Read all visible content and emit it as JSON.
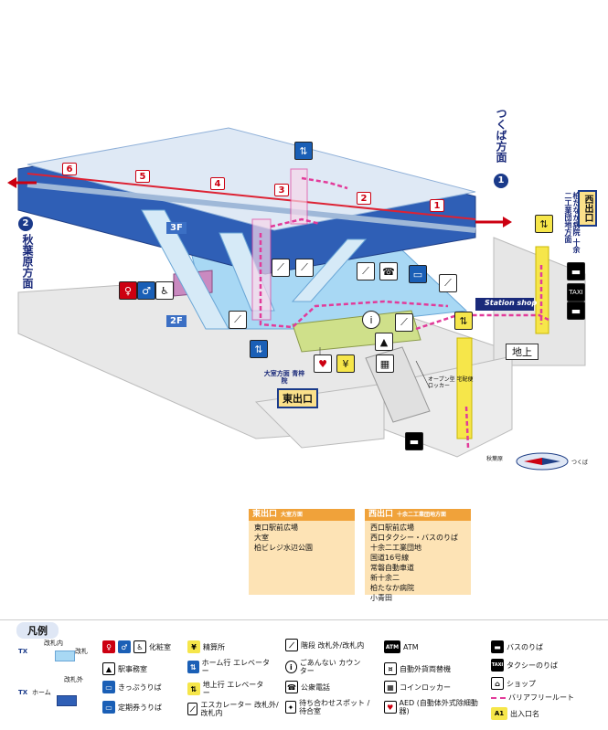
{
  "directions": {
    "tsukuba": "つくば方面",
    "tsukuba_num": "1",
    "akihabara": "秋葉原方面",
    "akihabara_num": "2",
    "kashiwa": "柏たなか病院 十余二工業団地方面",
    "oomuro": "大室方面 青梓院"
  },
  "platform_numbers": [
    "6",
    "5",
    "4",
    "3",
    "2",
    "1"
  ],
  "floors": {
    "f3": "3F",
    "f2": "2F"
  },
  "labels": {
    "west_exit": "西出口",
    "east_exit": "東出口",
    "ground": "地上",
    "shop": "Station shop",
    "locker": "オープン型 宅配便ロッカー"
  },
  "compass": {
    "akihabara": "秋葉原",
    "tsukuba": "つくば"
  },
  "east_panel": {
    "title": "東出口",
    "sub": "大室方面",
    "items": [
      "東口駅前広場",
      "大室",
      "柏ビレジ水辺公園"
    ]
  },
  "west_panel": {
    "title": "西出口",
    "sub": "十余二工業団地方面",
    "items": [
      "西口駅前広場",
      "西口タクシー・バスのりば",
      "十余二工業団地",
      "国道16号線",
      "常磐自動車道",
      "新十余二",
      "柏たなか病院",
      "小青田"
    ]
  },
  "legend": {
    "title": "凡例",
    "gate_in": "改札内",
    "gate": "改札",
    "gate_out": "改札外",
    "home": "ホーム",
    "col1": [
      "化粧室",
      "駅事務室",
      "きっぷうりば",
      "定期券うりば"
    ],
    "col2": [
      "精算所",
      "ホーム行 エレベーター",
      "地上行 エレベーター",
      "エスカレーター 改札外/改札内"
    ],
    "col3": [
      "階段 改札外/改札内",
      "ごあんない カウンター",
      "公衆電話",
      "待ち合わせスポット /待合室"
    ],
    "col4": [
      "ATM",
      "自動外貨両替機",
      "コインロッカー",
      "AED (自動体外式除細動器)"
    ],
    "col5": [
      "バスのりば",
      "タクシーのりば",
      "ショップ",
      "バリアフリールート",
      "出入口名"
    ],
    "atm_icon": "ATM",
    "exit_icon": "A1"
  },
  "colors": {
    "platform_blue": "#2f5fb6",
    "concourse": "#a8d8f4",
    "exit_yellow": "#f6e64a",
    "barrier_free": "#e23b9a",
    "panel_head": "#f0a23a",
    "panel_bg": "#fde3b5"
  }
}
